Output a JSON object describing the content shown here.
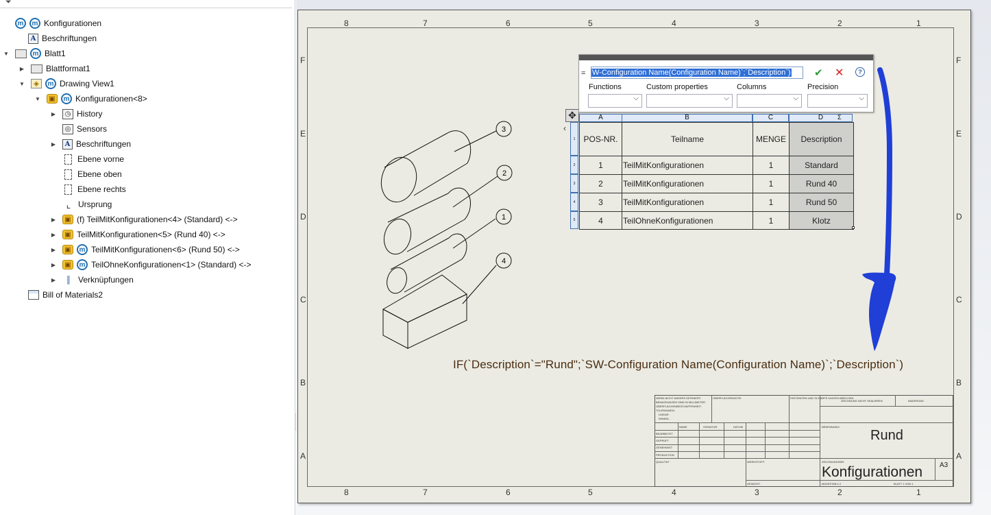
{
  "tree": {
    "items": [
      {
        "label": "Konfigurationen",
        "icon": "solidworks-m-icon",
        "twisty": "",
        "indent": 0
      },
      {
        "label": "Beschriftungen",
        "icon": "annotations-icon",
        "twisty": "",
        "indent": 1
      },
      {
        "label": "Blatt1",
        "icon": "sheet-icon",
        "twisty": "▼",
        "indent": 0
      },
      {
        "label": "Blattformat1",
        "icon": "sheet-format-icon",
        "twisty": "▶",
        "indent": 1
      },
      {
        "label": "Drawing View1",
        "icon": "drawing-view-icon",
        "twisty": "▼",
        "indent": 1
      },
      {
        "label": "Konfigurationen<8>",
        "icon": "assembly-icon",
        "twisty": "▼",
        "indent": 2
      },
      {
        "label": "History",
        "icon": "history-icon",
        "twisty": "▶",
        "indent": 3
      },
      {
        "label": "Sensors",
        "icon": "sensors-icon",
        "twisty": "",
        "indent": 3
      },
      {
        "label": "Beschriftungen",
        "icon": "annotations-icon",
        "twisty": "▶",
        "indent": 3
      },
      {
        "label": "Ebene vorne",
        "icon": "plane-icon",
        "twisty": "",
        "indent": 3
      },
      {
        "label": "Ebene oben",
        "icon": "plane-icon",
        "twisty": "",
        "indent": 3
      },
      {
        "label": "Ebene rechts",
        "icon": "plane-icon",
        "twisty": "",
        "indent": 3
      },
      {
        "label": "Ursprung",
        "icon": "origin-icon",
        "twisty": "",
        "indent": 3
      },
      {
        "label": "(f) TeilMitKonfigurationen<4> (Standard) <->",
        "icon": "part-icon",
        "twisty": "▶",
        "indent": 3
      },
      {
        "label": "TeilMitKonfigurationen<5> (Rund 40) <->",
        "icon": "part-icon",
        "twisty": "▶",
        "indent": 3
      },
      {
        "label": "TeilMitKonfigurationen<6> (Rund 50) <->",
        "icon": "part-icon",
        "twisty": "▶",
        "indent": 3
      },
      {
        "label": "TeilOhneKonfigurationen<1> (Standard) <->",
        "icon": "part-icon",
        "twisty": "▶",
        "indent": 3
      },
      {
        "label": "Verknüpfungen",
        "icon": "mates-icon",
        "twisty": "▶",
        "indent": 3
      },
      {
        "label": "Bill of Materials2",
        "icon": "bom-table-icon",
        "twisty": "",
        "indent": 1
      }
    ]
  },
  "sheet": {
    "col_numbers": [
      "8",
      "7",
      "6",
      "5",
      "4",
      "3",
      "2",
      "1"
    ],
    "row_letters": [
      "F",
      "E",
      "D",
      "C",
      "B",
      "A"
    ]
  },
  "editor": {
    "equals": "=",
    "formula": "W-Configuration Name(Configuration Name)`;`Description`)",
    "labels": {
      "functions": "Functions",
      "custom_properties": "Custom properties",
      "columns": "Columns",
      "precision": "Precision"
    },
    "ok_glyph": "✔",
    "cancel_glyph": "✕",
    "help_glyph": "?"
  },
  "bom": {
    "column_letters": [
      "A",
      "B",
      "C",
      "D"
    ],
    "headers": [
      "POS-NR.",
      "Teilname",
      "MENGE",
      "Description"
    ],
    "rows": [
      [
        "1",
        "TeilMitKonfigurationen",
        "1",
        "Standard"
      ],
      [
        "2",
        "TeilMitKonfigurationen",
        "1",
        "Rund 40"
      ],
      [
        "3",
        "TeilMitKonfigurationen",
        "1",
        "Rund 50"
      ],
      [
        "4",
        "TeilOhneKonfigurationen",
        "1",
        "Klotz"
      ]
    ],
    "row_numbers": [
      "1",
      "2",
      "3",
      "4",
      "5"
    ]
  },
  "balloons": [
    "3",
    "2",
    "1",
    "4"
  ],
  "if_formula": "IF(`Description`=\"Rund\";`SW-Configuration Name(Configuration Name)`;`Description`)",
  "title_block": {
    "benennung": "Rund",
    "zeichnungsnr": "Konfigurationen",
    "format": "A3",
    "small_labels": {
      "wenn_nicht": "WENN NICHT ANDERS DEFINIERT:",
      "bemassungen": "BEMASSUNGEN SIND IN MILLIMETER",
      "oberflaeche": "OBERFLÄCHENBESCHAFFENHEIT:",
      "toleranzen": "TOLERANZEN:",
      "linear": "LINEAR:",
      "winkel": "WINKEL:",
      "oberflaechengute": "OBERFLÄCHENGÜTE:",
      "entgraten": "ENTGRATEN UND SCHARFE KANTEN BRECHEN",
      "nicht_skalieren": "ZEICHNUNG NICHT SKALIEREN",
      "aenderung": "ÄNDERUNG",
      "name": "NAME",
      "signatur": "SIGNATUR",
      "datum": "DATUM",
      "benennung_lbl": "BENENNUNG:",
      "bearbeitet": "BEARBEITET",
      "geprueft": "GEPRÜFT",
      "genehmigt": "GENEHMIGT",
      "produktion": "PRODUKTION",
      "qualitaet": "QUALITÄT",
      "werkstoff": "WERKSTOFF:",
      "zeichnungsnr_lbl": "ZEICHNUNGSNR.",
      "gewicht": "GEWICHT:",
      "massstab": "MASSSTAB:1:2",
      "blatt": "BLATT 1 VON 1"
    }
  }
}
